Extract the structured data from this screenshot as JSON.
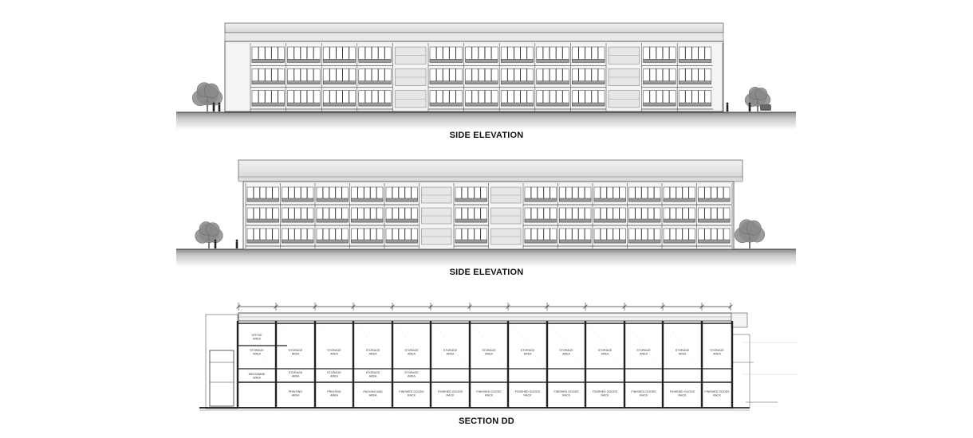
{
  "elevation_top": {
    "caption": "SIDE ELEVATION"
  },
  "elevation_middle": {
    "caption": "SIDE ELEVATION"
  },
  "section": {
    "caption": "SECTION DD",
    "room_labels": {
      "upper": [
        "STORAGE AREA",
        "STORAGE AREA",
        "STORAGE AREA",
        "STORAGE AREA",
        "STORAGE AREA",
        "STORAGE AREA",
        "STORAGE AREA",
        "STORAGE AREA",
        "STORAGE AREA",
        "STORAGE AREA",
        "STORAGE AREA",
        "STORAGE AREA",
        "STORAGE AREA"
      ],
      "middle": [
        "STORAGE AREA",
        "STORAGE AREA",
        "STORAGE AREA",
        "STORAGE AREA"
      ],
      "lower": [
        "PRINTING AREA",
        "PRINTING AREA",
        "PACKING AND AREA",
        "FINISHED GOODS RACK",
        "FINISHED GOODS RACK",
        "FINISHED GOODS RACK",
        "FINISHED GOODS RACK",
        "FINISHED GOODS RACK",
        "FINISHED GOODS RACK",
        "FINISHED GOODS RACK",
        "FINISHED GOODS RACK",
        "FINISHED GOODS RACK"
      ],
      "office": "OFFICE AREA",
      "mezzanine": "MEZZANINE AREA"
    }
  }
}
